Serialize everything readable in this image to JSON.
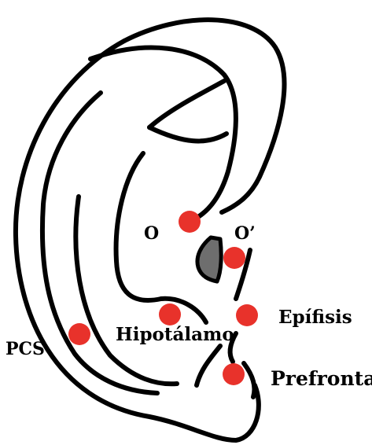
{
  "labels": {
    "o": "O",
    "o_prime": "O’",
    "epifisis": "Epífisis",
    "hipotalamo": "Hipotálamo",
    "pcs": "PCS",
    "prefrontal": "Prefrontal"
  },
  "colors": {
    "point": "#e8322b",
    "line": "#000000",
    "shadow": "#6e6e6e"
  }
}
